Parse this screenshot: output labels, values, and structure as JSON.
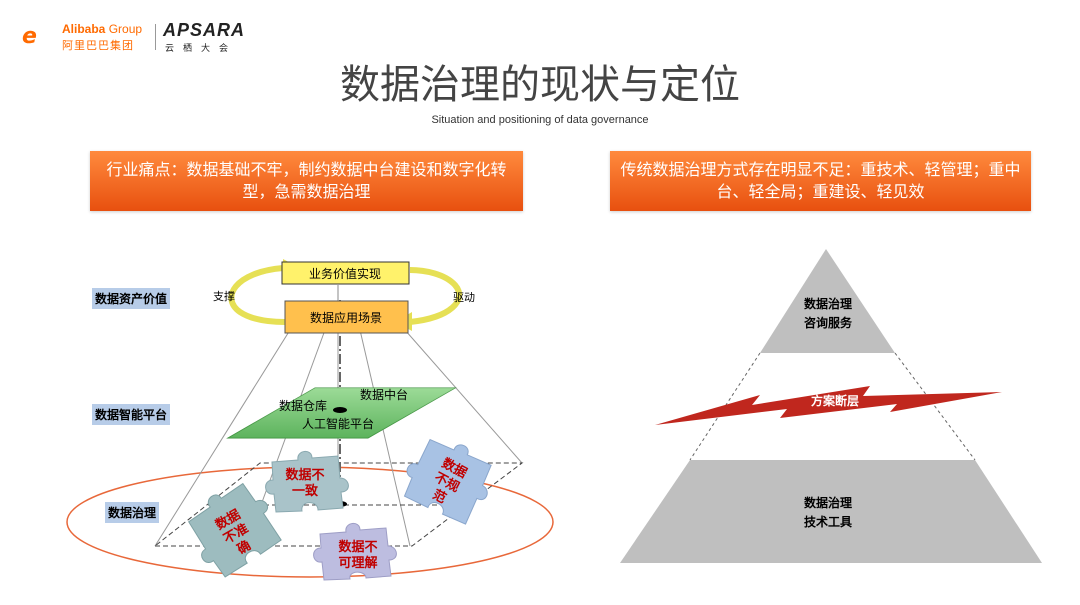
{
  "header": {
    "alibaba_mark": "e",
    "alibaba_en": "Alibaba",
    "alibaba_group": "Group",
    "alibaba_cn": "阿里巴巴集团",
    "apsara_en": "APSARA",
    "apsara_cn": "云栖大会"
  },
  "title": "数据治理的现状与定位",
  "subtitle": "Situation and positioning of data governance",
  "banners": {
    "left": "行业痛点：数据基础不牢，制约数据中台建设和数字化转型，急需数据治理",
    "right": "传统数据治理方式存在明显不足：重技术、轻管理；重中台、轻全局；重建设、轻见效"
  },
  "left_diagram": {
    "layer_labels": [
      "数据资产价值",
      "数据智能平台",
      "数据治理"
    ],
    "top_box": "业务价值实现",
    "second_box": "数据应用场景",
    "support_label": "支撑",
    "drive_label": "驱动",
    "platform": {
      "warehouse": "数据仓库",
      "middle_platform": "数据中台",
      "ai_platform": "人工智能平台"
    },
    "puzzles": [
      {
        "line1": "数据不",
        "line2": "一致",
        "color": "#a9c3c9"
      },
      {
        "line1": "数据",
        "line2": "不规",
        "line3": "范",
        "color": "#a8c2e4"
      },
      {
        "line1": "数据",
        "line2": "不准",
        "line3": "确",
        "color": "#9dbcbf"
      },
      {
        "line1": "数据不",
        "line2": "可理解",
        "color": "#bdbde0"
      }
    ]
  },
  "right_diagram": {
    "top_tier": [
      "数据治理",
      "咨询服务"
    ],
    "gap_label": "方案断层",
    "bottom_tier": [
      "数据治理",
      "技术工具"
    ]
  },
  "colors": {
    "banner": "#f06a1f",
    "label_bg": "#b7cce8",
    "pyramid": "#bfbfbf",
    "break": "#c0271e",
    "platform_green": "#5cb85c",
    "box_yellow": "#fff26b",
    "box_orange": "#ffc04d",
    "ellipse": "#e8683a"
  }
}
